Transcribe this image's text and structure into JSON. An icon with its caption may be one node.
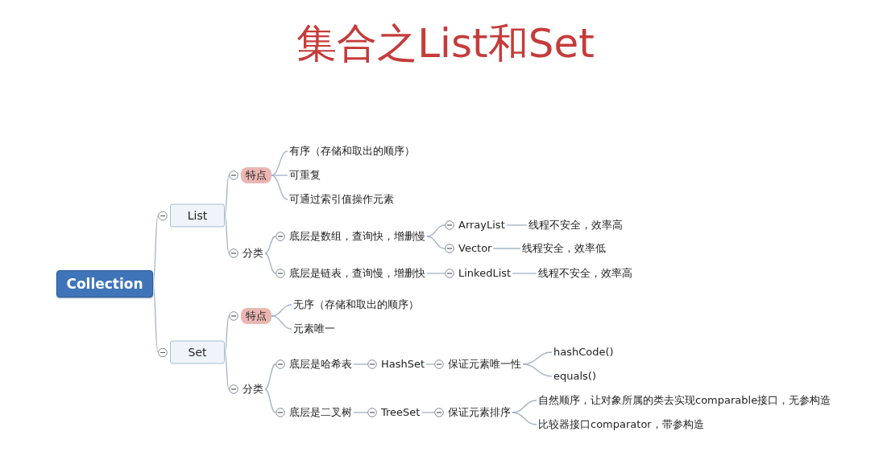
{
  "diagram": {
    "title": "集合之List和Set",
    "nodes": [
      {
        "text": [
          "Collection"
        ]
      },
      {
        "text": [
          "List"
        ]
      },
      {
        "text": [
          "特点"
        ]
      },
      {
        "text": [
          "有序（存储和取出的顺序）"
        ]
      },
      {
        "text": [
          "可重复"
        ]
      },
      {
        "text": [
          "可通过索引值操作元素"
        ]
      },
      {
        "text": [
          "分类"
        ]
      },
      {
        "text": [
          "底层是数组，查询快，增删慢"
        ]
      },
      {
        "text": [
          "ArrayList"
        ]
      },
      {
        "text": [
          "线程不安全，效率高"
        ]
      },
      {
        "text": [
          "Vector"
        ]
      },
      {
        "text": [
          "线程安全，效率低"
        ]
      },
      {
        "text": [
          "底层是链表，查询慢，增删快"
        ]
      },
      {
        "text": [
          "LinkedList"
        ]
      },
      {
        "text": [
          "线程不安全，效率高"
        ]
      },
      {
        "text": [
          "Set"
        ]
      },
      {
        "text": [
          "特点"
        ]
      },
      {
        "text": [
          "无序（存储和取出的顺序）"
        ]
      },
      {
        "text": [
          "元素唯一"
        ]
      },
      {
        "text": [
          "分类"
        ]
      },
      {
        "text": [
          "底层是哈希表"
        ]
      },
      {
        "text": [
          "HashSet"
        ]
      },
      {
        "text": [
          "保证元素唯一性"
        ]
      },
      {
        "text": [
          "hashCode()"
        ]
      },
      {
        "text": [
          "equals()"
        ]
      },
      {
        "text": [
          "底层是二叉树"
        ]
      },
      {
        "text": [
          "TreeSet"
        ]
      },
      {
        "text": [
          "保证元素排序"
        ]
      },
      {
        "text": [
          "自然顺序，让对象所属的类去实现comparable接口，无参构造"
        ]
      },
      {
        "text": [
          "比较器接口comparator，带参构造"
        ]
      }
    ],
    "edges": [
      {
        "from": 0,
        "to": 1,
        "arrow": "none"
      },
      {
        "from": 1,
        "to": 2,
        "arrow": "none"
      },
      {
        "from": 2,
        "to": 3,
        "arrow": "none"
      },
      {
        "from": 2,
        "to": 4,
        "arrow": "none"
      },
      {
        "from": 2,
        "to": 5,
        "arrow": "none"
      },
      {
        "from": 1,
        "to": 6,
        "arrow": "none"
      },
      {
        "from": 6,
        "to": 7,
        "arrow": "none"
      },
      {
        "from": 7,
        "to": 8,
        "arrow": "none"
      },
      {
        "from": 8,
        "to": 9,
        "arrow": "none"
      },
      {
        "from": 7,
        "to": 10,
        "arrow": "none"
      },
      {
        "from": 10,
        "to": 11,
        "arrow": "none"
      },
      {
        "from": 6,
        "to": 12,
        "arrow": "none"
      },
      {
        "from": 12,
        "to": 13,
        "arrow": "none"
      },
      {
        "from": 13,
        "to": 14,
        "arrow": "none"
      },
      {
        "from": 0,
        "to": 15,
        "arrow": "none"
      },
      {
        "from": 15,
        "to": 16,
        "arrow": "none"
      },
      {
        "from": 16,
        "to": 17,
        "arrow": "none"
      },
      {
        "from": 16,
        "to": 18,
        "arrow": "none"
      },
      {
        "from": 15,
        "to": 19,
        "arrow": "none"
      },
      {
        "from": 19,
        "to": 20,
        "arrow": "none"
      },
      {
        "from": 20,
        "to": 21,
        "arrow": "none"
      },
      {
        "from": 21,
        "to": 22,
        "arrow": "none"
      },
      {
        "from": 22,
        "to": 23,
        "arrow": "none"
      },
      {
        "from": 22,
        "to": 24,
        "arrow": "none"
      },
      {
        "from": 19,
        "to": 25,
        "arrow": "none"
      },
      {
        "from": 25,
        "to": 26,
        "arrow": "none"
      },
      {
        "from": 26,
        "to": 27,
        "arrow": "none"
      },
      {
        "from": 27,
        "to": 28,
        "arrow": "none"
      },
      {
        "from": 27,
        "to": 29,
        "arrow": "none"
      }
    ]
  }
}
